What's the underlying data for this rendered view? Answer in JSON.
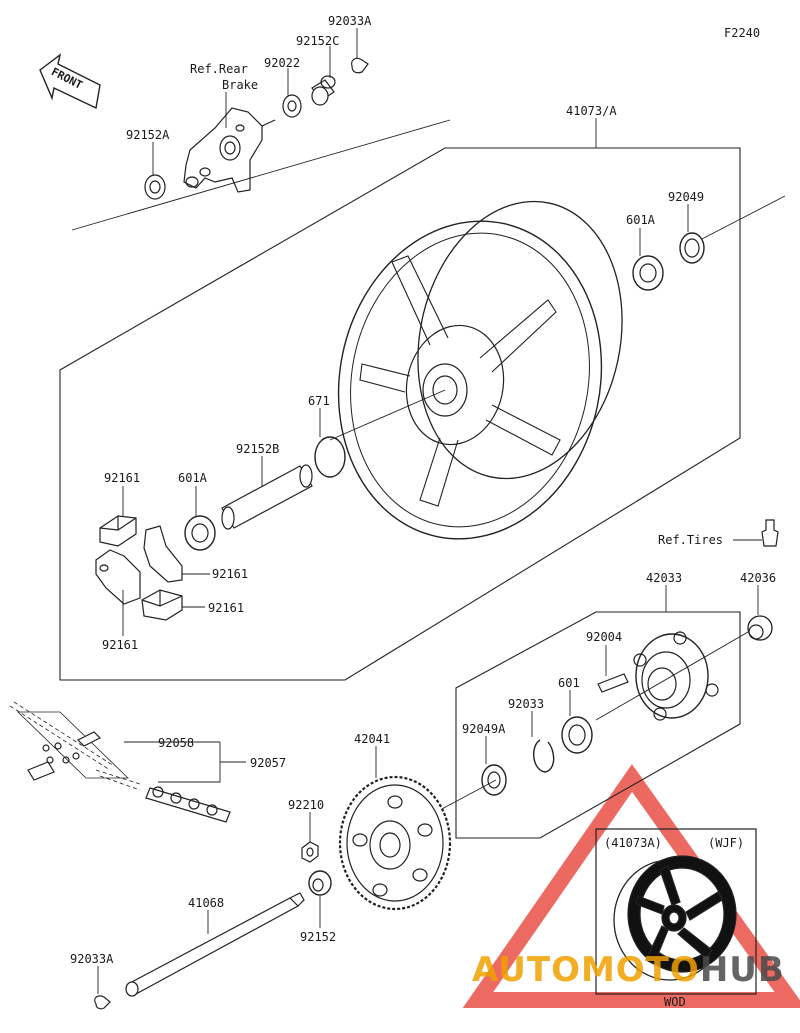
{
  "diagram_code": "F2240",
  "front_arrow": "FRONT",
  "labels": {
    "p92033a_top": "92033A",
    "p92152c": "92152C",
    "p92022": "92022",
    "ref_rear": "Ref.Rear",
    "ref_brake": "Brake",
    "p41073a": "41073/A",
    "p92152a": "92152A",
    "p92049": "92049",
    "p601a_right": "601A",
    "p671": "671",
    "p92152b": "92152B",
    "p92161_a": "92161",
    "p601a_left": "601A",
    "ref_tires": "Ref.Tires",
    "p92161_b": "92161",
    "p92161_c": "92161",
    "p92161_d": "92161",
    "p42033": "42033",
    "p42036": "42036",
    "p92004": "92004",
    "p601": "601",
    "p92033": "92033",
    "p92049a": "92049A",
    "p92058": "92058",
    "p92057": "92057",
    "p42041": "42041",
    "p92210": "92210",
    "p41068": "41068",
    "p92152": "92152",
    "p92033a_bottom": "92033A",
    "inset_part": "(41073A)",
    "inset_variant": "(WJF)",
    "inset_color": "WOD"
  },
  "watermark": {
    "brand_a": "AUTOMOTO",
    "brand_b": "HUB",
    "colors": {
      "triangle": "#e8453c",
      "text": "#f0a000",
      "text2": "#4a4a4a"
    }
  },
  "colors": {
    "line": "#222222",
    "part_fill": "#ffffff"
  }
}
